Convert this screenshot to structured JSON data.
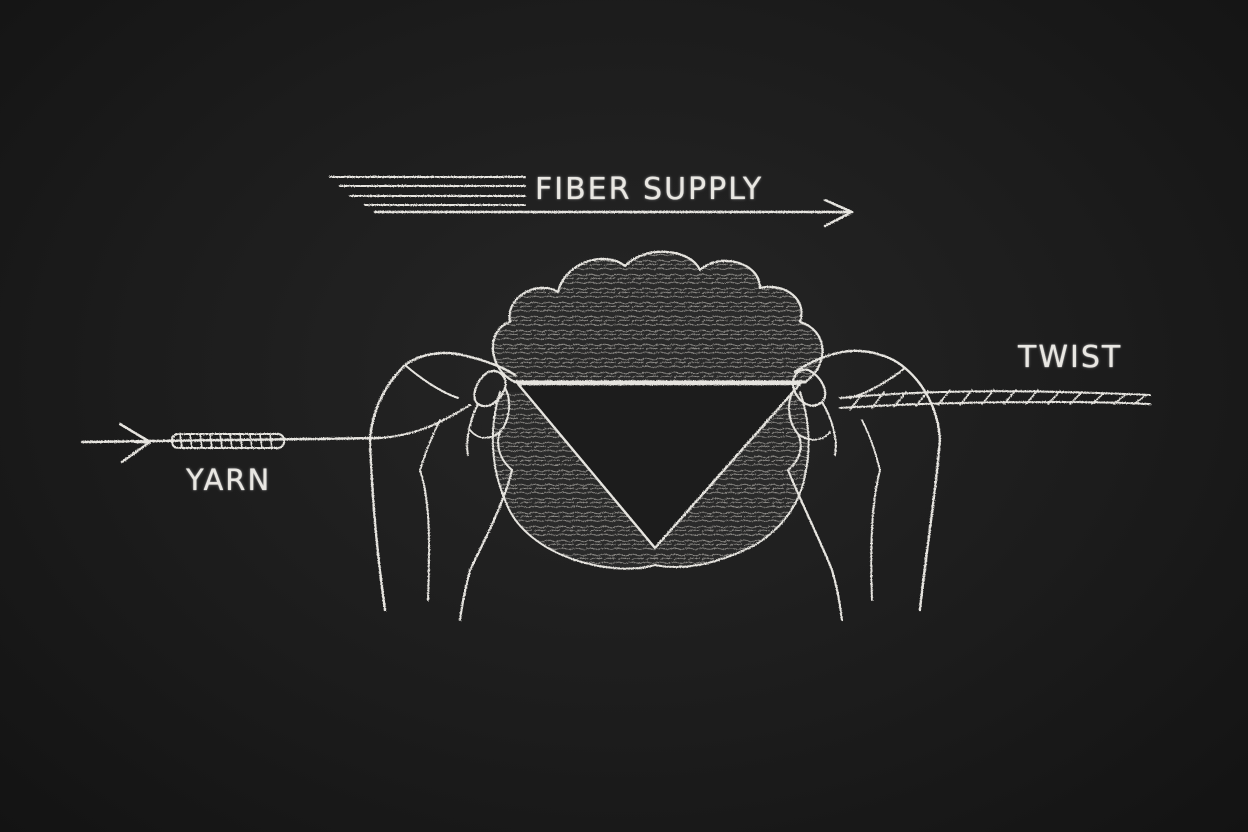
{
  "labels": {
    "fiber_supply": "FIBER SUPPLY",
    "twist": "TWIST",
    "yarn": "YARN"
  },
  "colors": {
    "board": "#1c1c1c",
    "chalk": "#e9e7e2"
  }
}
